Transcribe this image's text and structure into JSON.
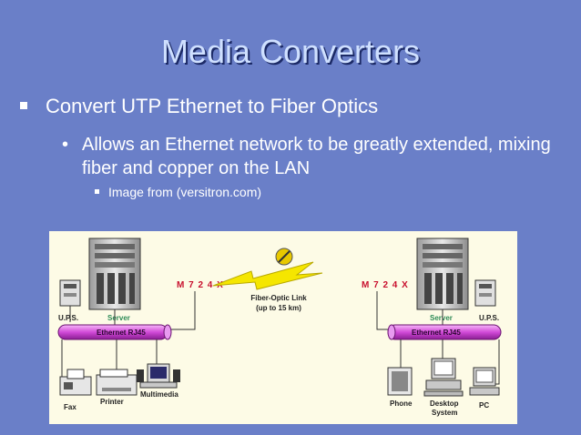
{
  "slide": {
    "title": "Media Converters",
    "bullet1": "Convert UTP Ethernet to Fiber Optics",
    "bullet2": "Allows an Ethernet network to be greatly extended, mixing fiber and copper on the LAN",
    "bullet3": "Image from (versitron.com)"
  },
  "diagram": {
    "left_converter": "M 7 2 4 X",
    "right_converter": "M 7 2 4 X",
    "link_label_1": "Fiber-Optic Link",
    "link_label_2": "(up to 15 km)",
    "left_ups": "U.P.S.",
    "left_server": "Server",
    "right_ups": "U.P.S.",
    "right_server": "Server",
    "left_ethernet": "Ethernet RJ45",
    "right_ethernet": "Ethernet RJ45",
    "fax": "Fax",
    "printer": "Printer",
    "multimedia": "Multimedia",
    "phone": "Phone",
    "desktop_line1": "Desktop",
    "desktop_line2": "System",
    "pc": "PC"
  },
  "colors": {
    "background": "#6a7fc8",
    "title": "#cfe0ff",
    "diagram_bg": "#fdfbe6",
    "converter_label": "#c8102e",
    "server_label": "#2e8b57",
    "ethernet_tube": "#d24ad8"
  }
}
